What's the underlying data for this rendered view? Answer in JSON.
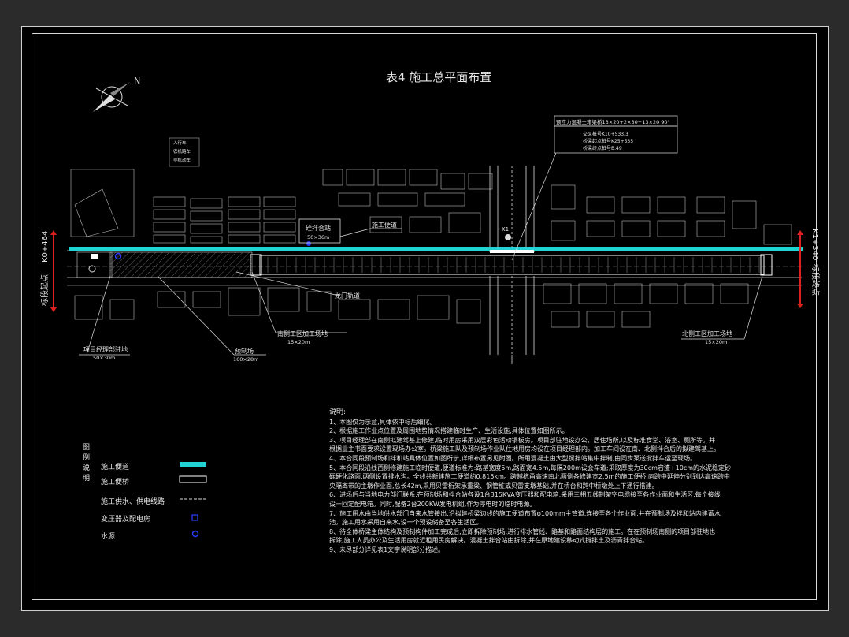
{
  "title": "表4 施工总平面布置",
  "north_label": "N",
  "labels": {
    "bridge_info_title": "预应力混凝土箱梁桥13×20+2×30+13×20  90°",
    "bridge_info_lines": [
      "交叉桩号K10+533.3",
      "桥梁起点桩号K25+535",
      "桥梁终点桩号B.49"
    ],
    "stake_start": "K0+464",
    "start_point": "标段起点",
    "stake_end": "K1+340",
    "end_point": "标段终点",
    "mixing_station": "砼拌合站",
    "mixing_size": "50×36m",
    "construction_road": "施工便道",
    "gantry_track": "龙门轨道",
    "south_site": "南侧工区加工场地",
    "south_site_size": "15×20m",
    "precast_yard": "预制场",
    "precast_size": "160×28m",
    "pm_site": "项目经理部驻地",
    "pm_size": "50×30m",
    "north_site": "北侧工区加工场地",
    "north_site_size": "15×20m",
    "k1": "K1",
    "top_block_labels": [
      "入行车",
      "农机路车",
      "非机动车"
    ]
  },
  "legend": {
    "title": "图例说明:",
    "items": [
      {
        "label": "施工便道",
        "icon": "cyan-bar"
      },
      {
        "label": "施工便桥",
        "icon": "white-rect"
      },
      {
        "label": "施工供水、供电线路",
        "icon": "dash-line"
      },
      {
        "label": "变压器及配电房",
        "icon": "square-symbol"
      },
      {
        "label": "水源",
        "icon": "circle-symbol"
      }
    ]
  },
  "notes": {
    "title": "说明:",
    "lines": [
      "1、本图仅为示意,具体依中标后细化。",
      "2、根据施工作业点位置及周围地势情况搭建临时生产、生活设施,具体位置如图所示。",
      "3、项目经理部在南侧拟建驾基上修建,临时用房采用双层彩色活动钢板房。项目部驻地设办公、居住场所,以及标准食堂、浴室、厕所等。并",
      "根据业主书面要求设置现场办公室。桥梁施工队及预制场作业队住地用房均设在项目经理部内。加工车间设在南、北侧拌合后的拟建驾基上。",
      "4、本合同段预制场和拌和站具体位置如图所示,详细布置另见附图。所用混凝土由大型搅拌站集中拌制,由同步泵送搅拌车运至现场。",
      "5、本合同段沿线西侧修建施工临时便道,便道标准为:路基宽度5m,路面宽4.5m,每隔200m设会车道;采取厚度为30cm宕渣+10cm的水泥稳定砂",
      "砾硬化路面,两侧设置排水沟。全线共新建施工便道约0.815km。跨越杭甬高速南北两侧各修建宽2.5m的施工便桥,向跨中延伸分别到达高速跨中",
      "央隔离带的主墩作业面,总长42m,采用贝雷桁架承重梁、钢管桩或贝雷支墩基础,并在桥台和跨中桥墩处上下通行搭建。",
      "6、进场后与当地电力部门联系,在预制场和拌合站各设1台315KVA变压器和配电箱,采用三相五线制架空电缆接至各作业面和生活区,每个接线",
      "设一回定配电箱。同时,配备2台200KW发电机组,作为停电时的临时电源。",
      "7、施工用水由当地供水部门自来水管接出,沿拟建桥梁边线的施工便道布置φ100mm主管道,连接至各个作业面,并在预制场及拌和站内建蓄水",
      "池。施工用水采用自来水,设一个预设储备至各生活区。",
      "8、待全体桥梁主体结构及预制构件加工完成后,立即拆除预制场,进行排水管线、路基和路面结构层的施工。在在预制场南侧的项目部驻地也",
      "拆除,施工人员办公及生活用房就近租用民房解决。混凝土拌合站由拆除,并在原地建设移动式搅拌土及沥青拌合站。",
      "9、未尽部分详见表1文字说明部分描述。"
    ]
  },
  "colors": {
    "road": "#22d3d3",
    "bridge": "#ffffff",
    "red_marker": "#e02020",
    "symbol_blue": "#2a3cff",
    "background": "#000000"
  }
}
